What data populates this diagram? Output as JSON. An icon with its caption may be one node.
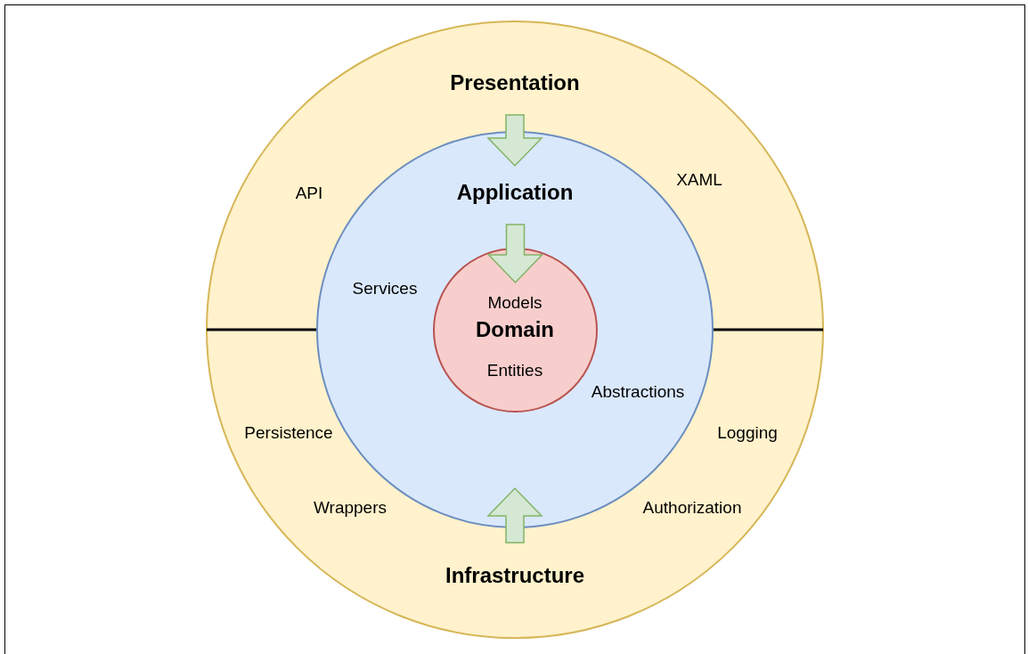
{
  "diagram": {
    "nodes": [
      {
        "text": [
          "Presentation",
          "API",
          "XAML"
        ]
      },
      {
        "text": [
          "Persistence",
          "Logging",
          "Wrappers",
          "Authorization",
          "Infrastructure"
        ]
      },
      {
        "text": [
          "Application",
          "Services",
          "Abstractions"
        ]
      },
      {
        "text": [
          "Models",
          "Domain",
          "Entities"
        ],
        "in": 2
      }
    ],
    "edges": [
      {
        "from": 0,
        "to": 2,
        "arrow": "to"
      },
      {
        "from": 2,
        "to": 3,
        "arrow": "to"
      },
      {
        "from": 1,
        "to": 2,
        "arrow": "to"
      }
    ]
  }
}
